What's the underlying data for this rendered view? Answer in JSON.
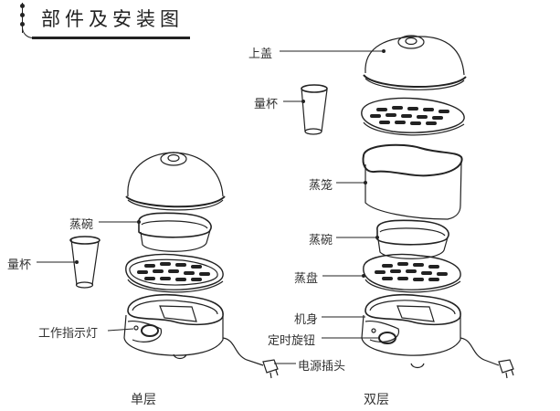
{
  "title": "部件及安装图",
  "single": {
    "caption": "单层",
    "labels": {
      "bowl": "蒸碗",
      "cup": "量杯",
      "indicator": "工作指示灯"
    }
  },
  "double": {
    "caption": "双层",
    "labels": {
      "lid": "上盖",
      "cup": "量杯",
      "basket": "蒸笼",
      "bowl": "蒸碗",
      "tray": "蒸盘",
      "body": "机身",
      "timer": "定时旋钮",
      "plug": "电源插头"
    }
  }
}
